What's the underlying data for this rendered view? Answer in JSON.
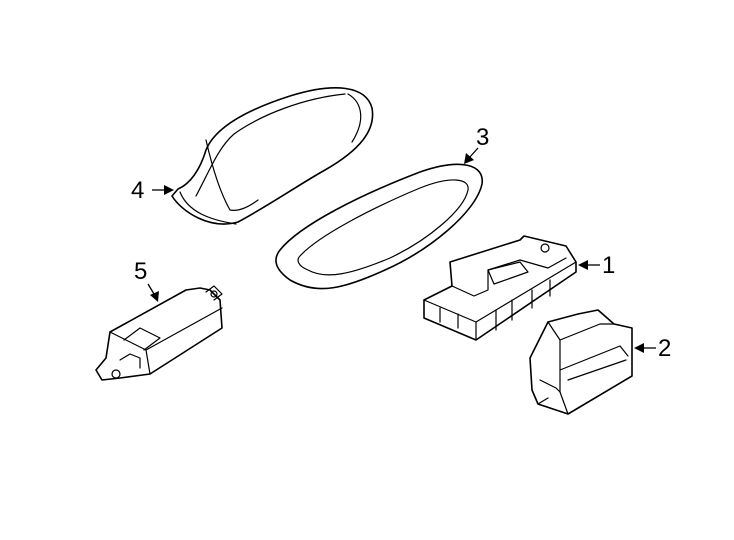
{
  "diagram": {
    "background": "#ffffff",
    "line_color": "#000000",
    "callouts": {
      "c1": "1",
      "c2": "2",
      "c3": "3",
      "c4": "4",
      "c5": "5"
    }
  }
}
